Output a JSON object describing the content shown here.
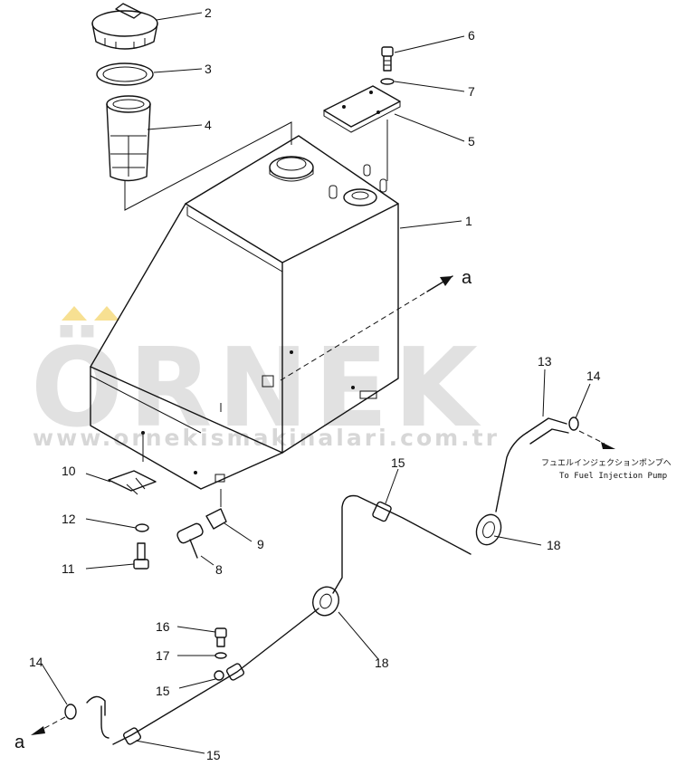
{
  "watermark": {
    "brand": "ÖRNEK",
    "url": "www.ornekismakinalari.com.tr",
    "color": "#c9c9c9",
    "accent": "#f2cc4a"
  },
  "callouts": {
    "c1": "1",
    "c2": "2",
    "c3": "3",
    "c4": "4",
    "c5": "5",
    "c6": "6",
    "c7": "7",
    "c8": "8",
    "c9": "9",
    "c10": "10",
    "c11": "11",
    "c12": "12",
    "c13": "13",
    "c14a": "14",
    "c14b": "14",
    "c15a": "15",
    "c15b": "15",
    "c15c": "15",
    "c16": "16",
    "c17": "17",
    "c18a": "18",
    "c18b": "18"
  },
  "refs": {
    "arrow_a_top": "a",
    "arrow_a_bottom": "a"
  },
  "notes": {
    "jp": "フュエルインジェクションポンプへ",
    "en": "To Fuel Injection Pump"
  }
}
